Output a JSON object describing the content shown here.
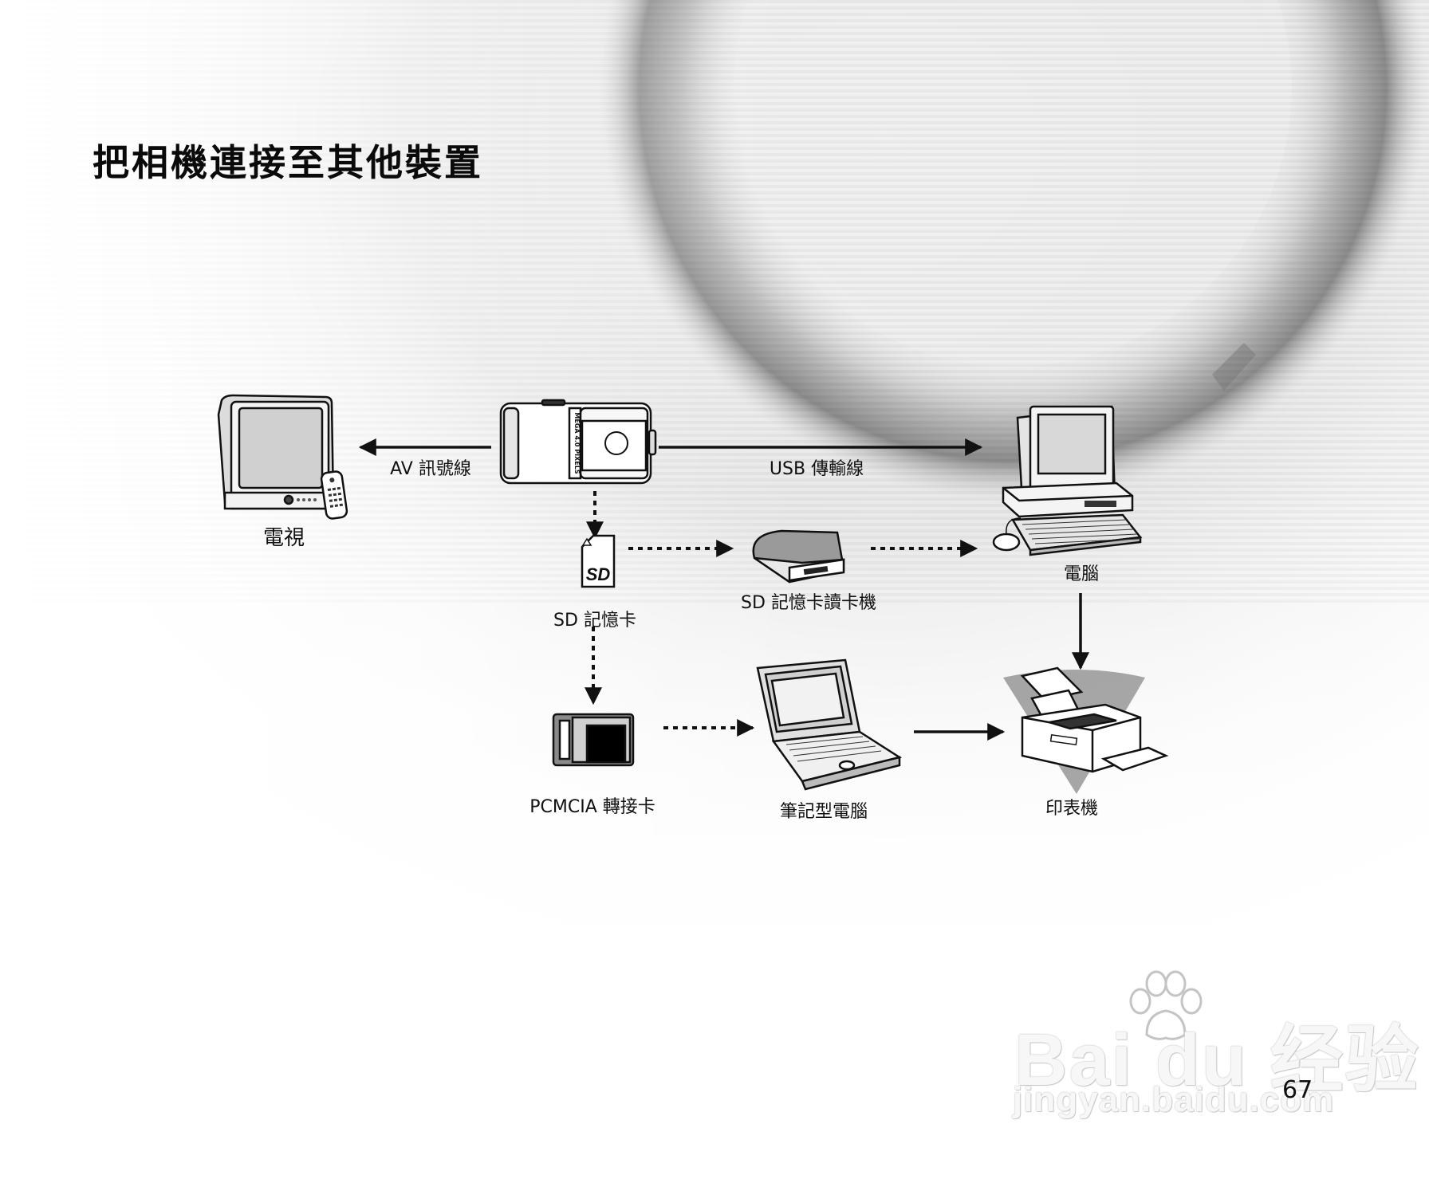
{
  "page": {
    "title": "把相機連接至其他裝置",
    "page_number": "67"
  },
  "connections": {
    "av_cable": "AV 訊號線",
    "usb_cable": "USB 傳輸線"
  },
  "devices": {
    "tv": "電視",
    "computer": "電腦",
    "sd_card": "SD 記憶卡",
    "card_reader": "SD 記憶卡讀卡機",
    "pcmcia": "PCMCIA 轉接卡",
    "laptop": "筆記型電腦",
    "printer": "印表機"
  },
  "camera": {
    "badge": "MEGA 4.0 PIXELS"
  },
  "watermark": {
    "brand": "Bai du 经验",
    "url": "jingyan.baidu.com"
  }
}
